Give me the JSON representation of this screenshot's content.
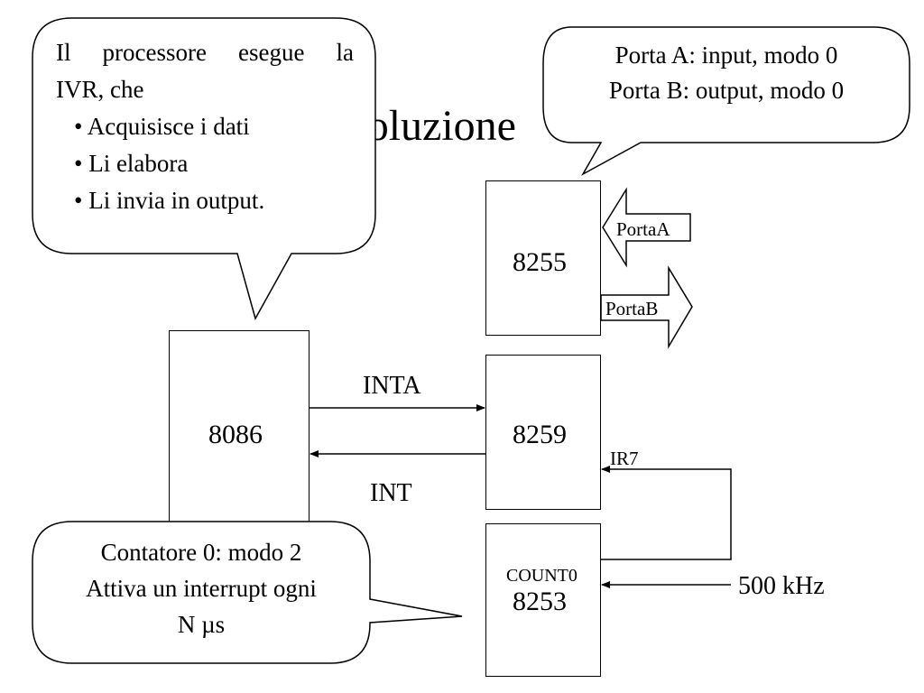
{
  "title": "Soluzione",
  "callout_processor": {
    "intro_words": [
      "Il",
      "processore",
      "esegue",
      "la"
    ],
    "intro_line2": "IVR, che",
    "bullets": [
      "Acquisisce i dati",
      "Li elabora",
      "Li invia in output."
    ]
  },
  "callout_ports": {
    "lines": [
      "Porta A: input, modo 0",
      "Porta B: output, modo 0"
    ]
  },
  "callout_counter": {
    "lines": [
      "Contatore 0: modo 2",
      "Attiva un interrupt ogni",
      "N µs"
    ]
  },
  "blocks": {
    "cpu": "8086",
    "ppi": "8255",
    "pic": "8259",
    "pit": "8253"
  },
  "signals": {
    "inta": "INTA",
    "int": "INT",
    "ir7": "IR7",
    "count0": "COUNT0",
    "clock": "500 kHz",
    "porta_a": "PortaA",
    "porta_b": "PortaB"
  }
}
